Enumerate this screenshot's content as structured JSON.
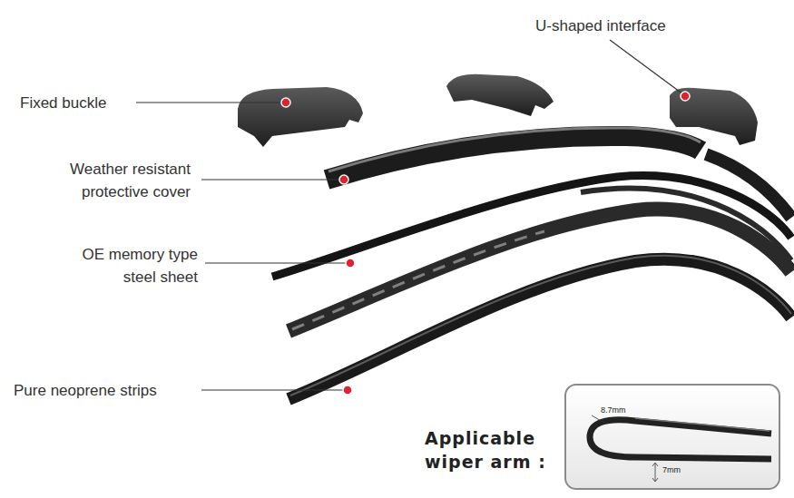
{
  "diagram": {
    "nodes": [
      {
        "text": [
          "8.7mm",
          "7mm"
        ]
      }
    ],
    "labels": [
      "U-shaped interface",
      "Fixed buckle",
      "Weather resistant protective cover",
      "OE memory type steel sheet",
      "Pure neoprene strips",
      "Applicable wiper arm :"
    ]
  }
}
